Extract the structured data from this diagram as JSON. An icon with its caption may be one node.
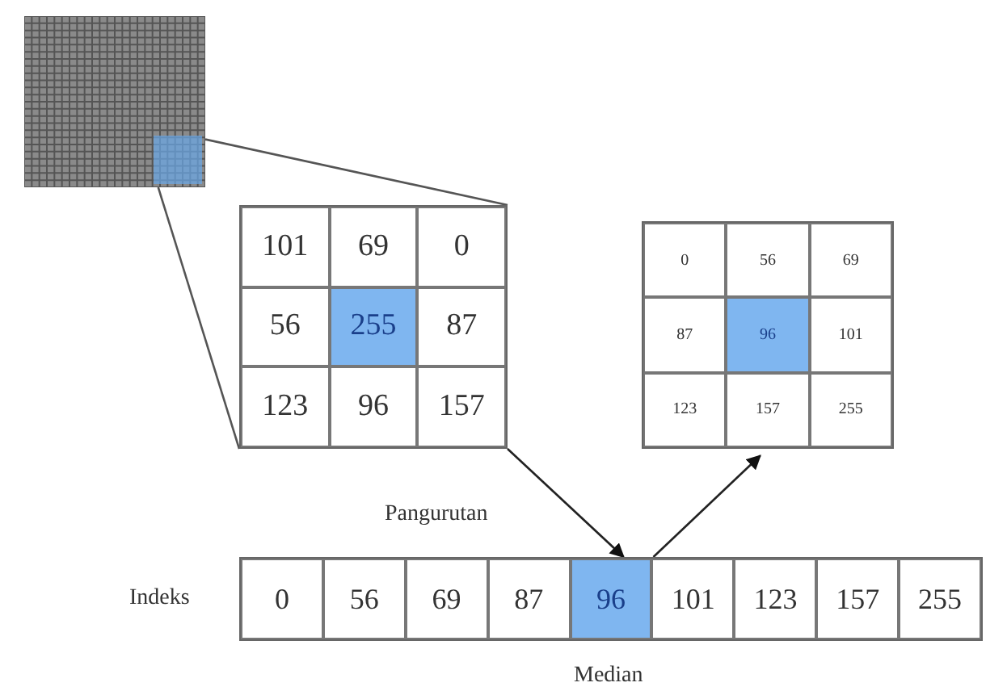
{
  "diagram": {
    "nodes": [
      {
        "text": [],
        "shape": "picture"
      },
      {
        "text": [
          "101",
          "69",
          "0",
          "56",
          "255",
          "87",
          "123",
          "96",
          "157"
        ]
      },
      {
        "text": [
          "0",
          "56",
          "69",
          "87",
          "96",
          "101",
          "123",
          "157",
          "255"
        ]
      },
      {
        "text": [
          "0",
          "56",
          "69",
          "87",
          "96",
          "101",
          "123",
          "157",
          "255"
        ]
      }
    ],
    "edges": [
      {
        "from": 0,
        "to": 1,
        "arrow": "none"
      },
      {
        "from": 0,
        "to": 1,
        "arrow": "none"
      },
      {
        "from": 1,
        "to": 3,
        "arrow": "to"
      },
      {
        "from": 3,
        "to": 2,
        "arrow": "to"
      }
    ],
    "labels": [
      "Pangurutan",
      "Indeks",
      "Median"
    ]
  }
}
